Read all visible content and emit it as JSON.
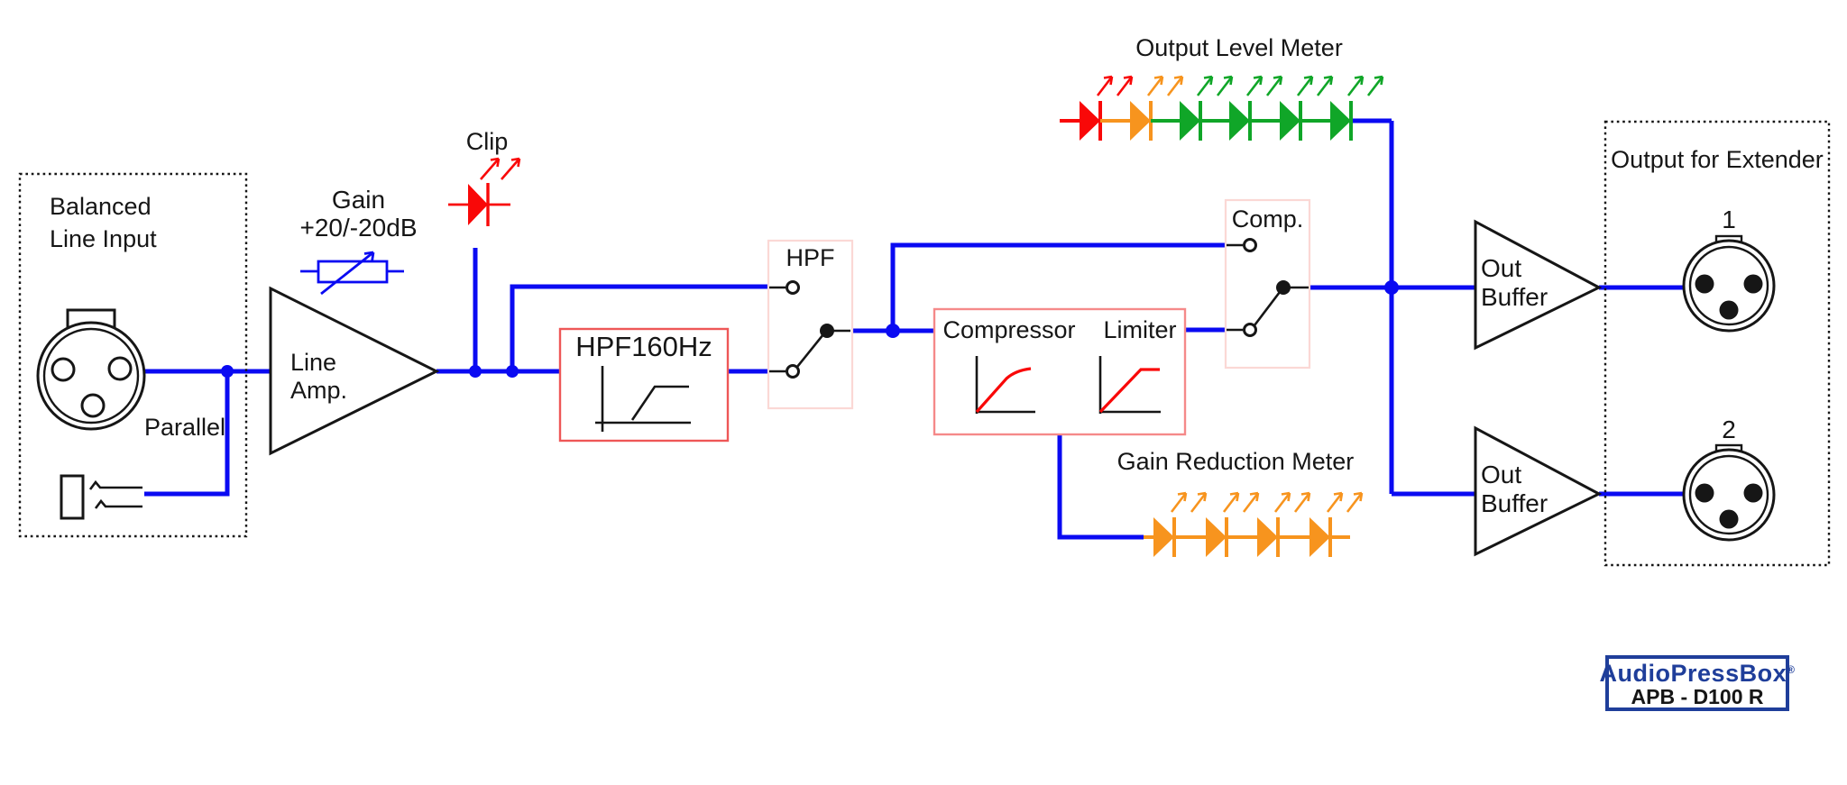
{
  "colors": {
    "wire": "#0a0af2",
    "red": "#f90808",
    "orange": "#f7941e",
    "green": "#10a628",
    "block_border": "#ee5757",
    "dyn_border": "#f58989",
    "switch_border": "#fbd8d5",
    "logo_blue": "#1f3e9a"
  },
  "input_section": {
    "title_line1": "Balanced",
    "title_line2": "Line Input",
    "parallel_label": "Parallel"
  },
  "gain": {
    "label_line1": "Gain",
    "label_line2": "+20/-20dB"
  },
  "line_amp": {
    "label_line1": "Line",
    "label_line2": "Amp."
  },
  "clip": {
    "label": "Clip"
  },
  "hpf_block": {
    "label": "HPF160Hz"
  },
  "hpf_switch": {
    "label": "HPF"
  },
  "dynamics_block": {
    "compressor_label": "Compressor",
    "limiter_label": "Limiter"
  },
  "comp_switch": {
    "label": "Comp."
  },
  "output_level_meter": {
    "title": "Output Level Meter",
    "leds": [
      "red",
      "orange",
      "green",
      "green",
      "green",
      "green"
    ]
  },
  "gain_reduction_meter": {
    "title": "Gain Reduction Meter",
    "leds": [
      "orange",
      "orange",
      "orange",
      "orange"
    ]
  },
  "out_buffer_1": {
    "label_line1": "Out",
    "label_line2": "Buffer"
  },
  "out_buffer_2": {
    "label_line1": "Out",
    "label_line2": "Buffer"
  },
  "output_section": {
    "title": "Output for Extender",
    "xlr1_label": "1",
    "xlr2_label": "2"
  },
  "logo": {
    "brand": "AudioPressBox",
    "registered": "®",
    "model": "APB - D100 R"
  }
}
